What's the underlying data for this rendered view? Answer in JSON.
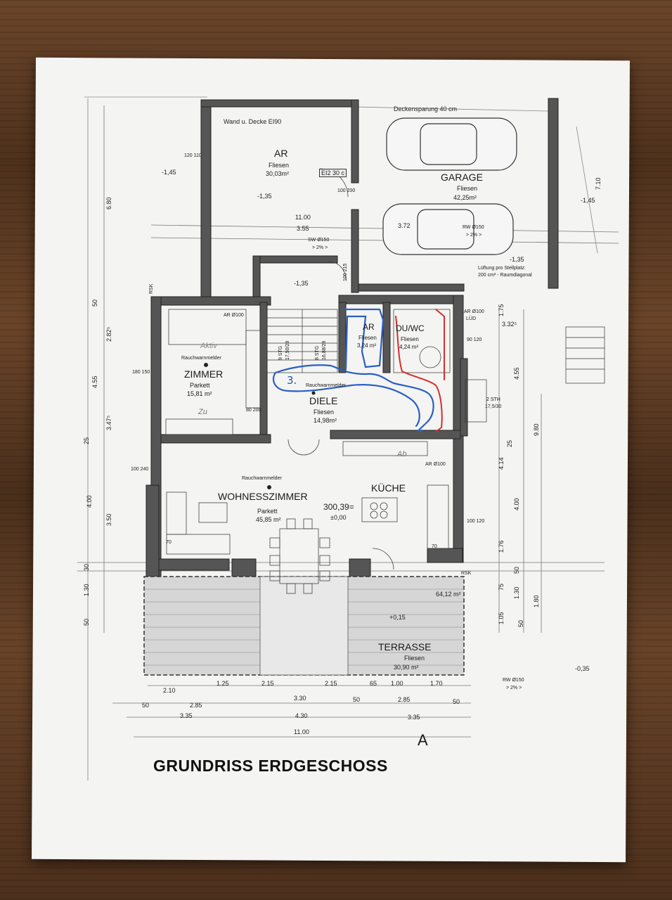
{
  "title": "GRUNDRISS ERDGESCHOSS",
  "section_marker": "A",
  "rooms": {
    "ar_top": {
      "name": "AR",
      "finish": "Fliesen",
      "area": "30,03m²"
    },
    "garage": {
      "name": "GARAGE",
      "finish": "Fliesen",
      "area": "42,25m²"
    },
    "zimmer": {
      "name": "ZIMMER",
      "finish": "Parkett",
      "area": "15,81 m²"
    },
    "ar_small": {
      "name": "AR",
      "finish": "Fliesen",
      "area": "3,24 m²"
    },
    "duwc": {
      "name": "DU/WC",
      "finish": "Fliesen",
      "area": "4,24 m²"
    },
    "diele": {
      "name": "DIELE",
      "finish": "Fliesen",
      "area": "14,98m²"
    },
    "wohnzimmer": {
      "name": "WOHNESSZIMMER",
      "finish": "Parkett",
      "area": "45,85 m²"
    },
    "kueche": {
      "name": "KÜCHE"
    },
    "terrasse": {
      "name": "TERRASSE",
      "finish": "Fliesen",
      "area": "30,90 m²"
    }
  },
  "notes": {
    "wand_decke": "Wand u. Decke EI90",
    "deckensparung": "Deckensparung 40 cm",
    "ei2": "EI2 30 c",
    "sw": "SW Ø150",
    "rw": "RW Ø150",
    "rw_bottom": "RW Ø150",
    "slope": "> 2% >",
    "lueftung_1": "Lüftung pro Stellplatz:",
    "lueftung_2": "200 cm² - Raumdiagonal",
    "rauchmelder_1": "Rauchwarnmelder",
    "rauchmelder_2": "Rauchwarnmelder",
    "rauchmelder_3": "Rauchwarnmelder",
    "ar_lud_1": "AR Ø100",
    "ar_lud_2": "AR Ø100",
    "ar_lud_3": "AR Ø100",
    "lud": "LÜD",
    "stg_1": "9 STG",
    "stg_1b": "17,50/28",
    "stg_2": "8 STG",
    "stg_2b": "16,88/28",
    "sth": "2 STH",
    "sth_b": "17,5/30",
    "elev_main": "300,39=",
    "elev_zero": "±0,00",
    "elev_m145": "-1,45",
    "elev_m135": "-1,35",
    "elev_m135b": "-1,35",
    "elev_m135c": "-1,35",
    "elev_m145b": "-1,45",
    "elev_p015": "+0,15",
    "elev_m035": "-0,35",
    "area_terr": "64,12 m²",
    "rsk": "RSK",
    "hand_3": "3.",
    "hand_zu": "Zu",
    "hand_ab": "Ab",
    "hand_aktiv": "Aktiv"
  },
  "dims": {
    "top_11": "11.00",
    "top_355": "3.55",
    "top_372": "3.72",
    "left_680": "6.80",
    "left_50": "50",
    "left_282": "2.82⁵",
    "left_455": "4.55",
    "left_347": "3.47⁵",
    "left_25": "25",
    "left_400": "4.00",
    "left_350": "3.50",
    "left_30": "30",
    "left_130": "1.30",
    "left_50b": "50",
    "right_175": "1.75",
    "right_332": "3.32⁵",
    "right_455": "4.55",
    "right_980": "9.80",
    "right_414": "4.14",
    "right_25": "25",
    "right_400": "4.00",
    "right_176": "1.76",
    "right_50": "50",
    "right_75": "75",
    "right_130": "1.30",
    "right_180": "1.80",
    "right_105": "1.05",
    "right_50b": "50",
    "right_710": "7.10",
    "b1": [
      "2.10",
      "1.25",
      "2.15",
      "2.15",
      "65",
      "1.00",
      "1.70"
    ],
    "b2": [
      "50",
      "2.85",
      "3.30",
      "50",
      "2.85",
      "50"
    ],
    "b3": [
      "3.35",
      "4.30",
      "3.35"
    ],
    "b4": "11.00",
    "door_100_200": "100\n200",
    "w120_110": "120\n110",
    "w180_150": "180\n150",
    "w100_240": "100\n240",
    "w100_120": "100\n120",
    "w90_120": "90\n120",
    "w80_200": "80\n200",
    "w70": "70",
    "w70b": "70",
    "w100_215": "100\n215"
  }
}
